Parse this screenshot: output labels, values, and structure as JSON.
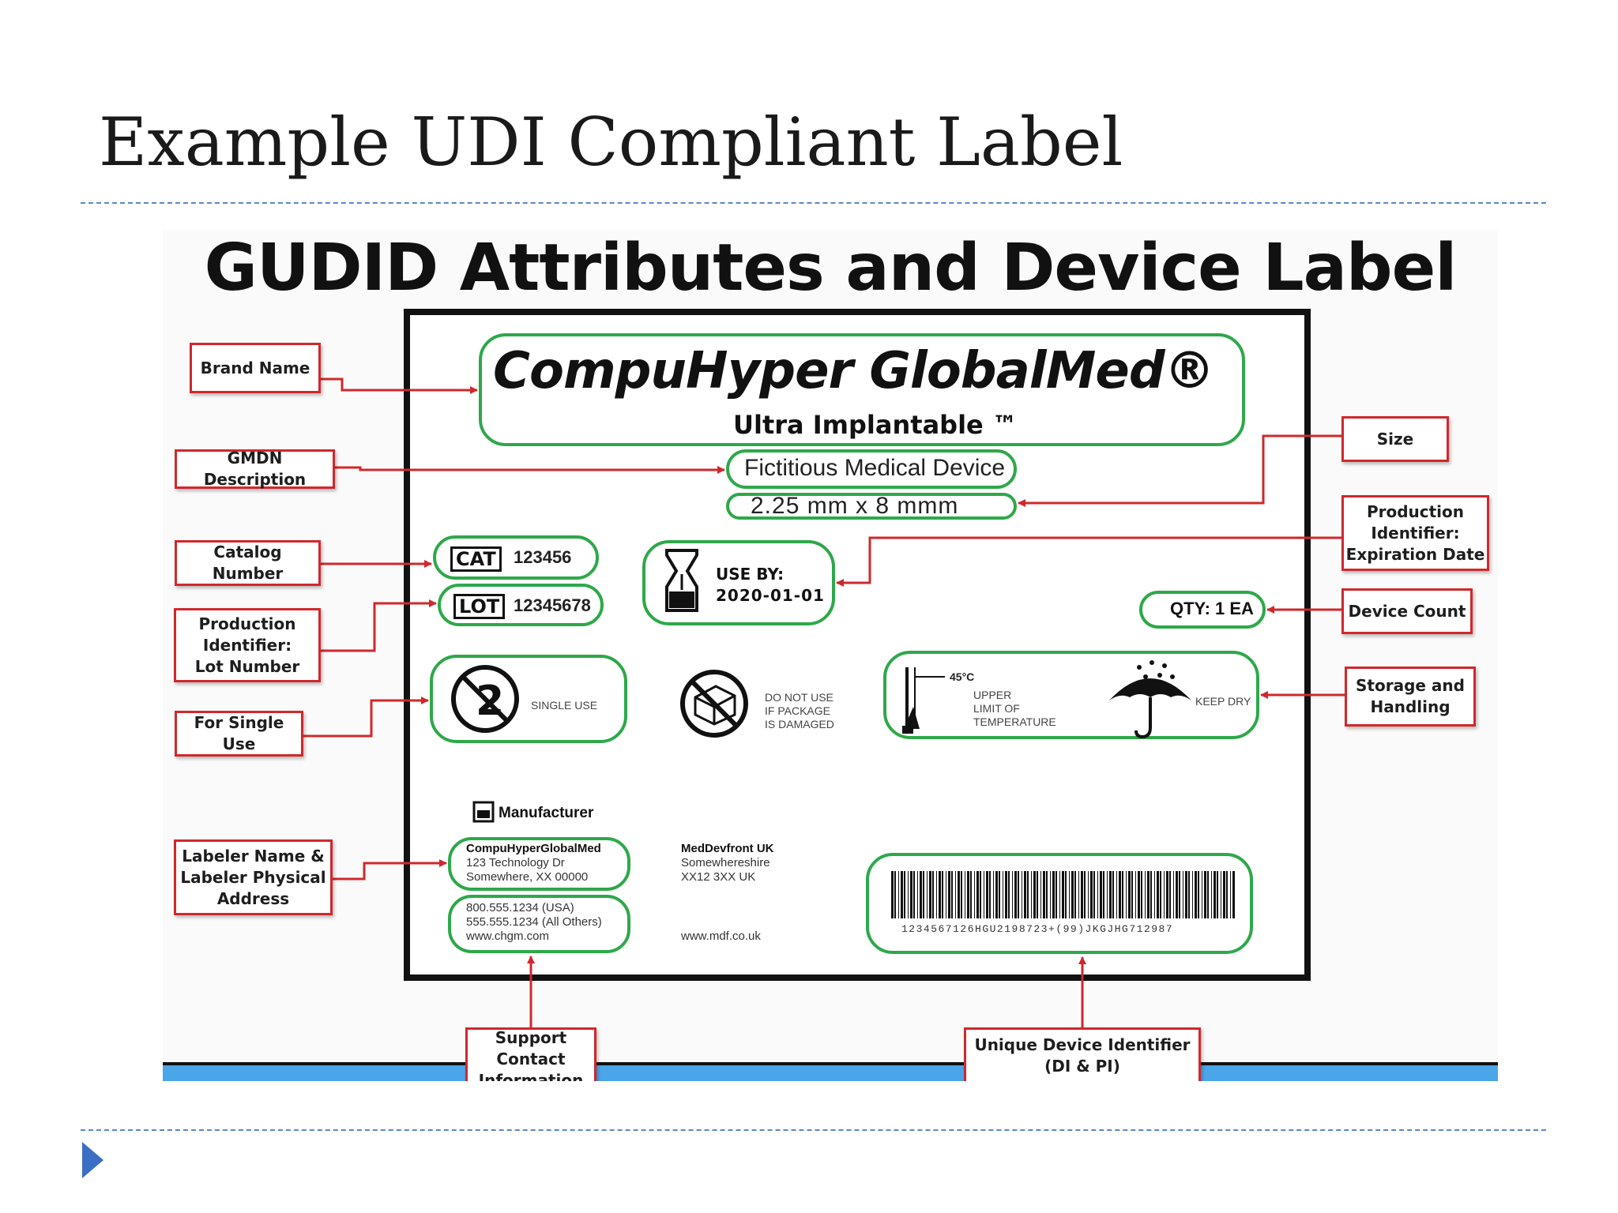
{
  "slide": {
    "title": "Example UDI Compliant Label"
  },
  "diagram": {
    "heading": "GUDID Attributes and Device Label",
    "label": {
      "brand": "CompuHyper GlobalMed®",
      "subtitle": "Ultra Implantable ™",
      "gmdn": "Fictitious Medical Device",
      "size": "2.25 mm x 8 mmm",
      "cat_code": "CAT",
      "cat_value": "123456",
      "lot_code": "LOT",
      "lot_value": "12345678",
      "use_by_label": "USE BY:",
      "use_by_date": "2020-01-01",
      "qty": "QTY: 1 EA",
      "single_use": "SINGLE USE",
      "do_not_use": [
        "DO NOT USE",
        "IF PACKAGE",
        "IS DAMAGED"
      ],
      "temp_value": "45°C",
      "temp_text": [
        "UPPER",
        "LIMIT OF",
        "TEMPERATURE"
      ],
      "keep_dry": "KEEP DRY",
      "manufacturer_label": "Manufacturer",
      "mfr_name": "CompuHyperGlobalMed",
      "mfr_address": [
        "123 Technology Dr",
        "Somewhere, XX 00000"
      ],
      "contact": [
        "800.555.1234 (USA)",
        "555.555.1234 (All Others)",
        "www.chgm.com"
      ],
      "rep_name": "MedDevfront UK",
      "rep_address": [
        "Somewhereshire",
        "XX12 3XX UK"
      ],
      "rep_web": "www.mdf.co.uk",
      "barcode_text": "1234567126HGU2198723+(99)JKGJHG712987"
    },
    "callouts": {
      "brand_name": "Brand Name",
      "gmdn_description": "GMDN Description",
      "catalog_number": "Catalog Number",
      "lot_number": "Production\nIdentifier:\nLot Number",
      "single_use": "For Single Use",
      "labeler": "Labeler Name &\nLabeler Physical\nAddress",
      "size": "Size",
      "expiration": "Production\nIdentifier:\nExpiration Date",
      "device_count": "Device Count",
      "storage": "Storage and\nHandling",
      "support": "Support\nContact\nInformation",
      "udi": "Unique Device Identifier\n(DI & PI)"
    },
    "colors": {
      "callout_border": "#d0282c",
      "green_outline": "#2ea84a",
      "accent_blue": "#4aa6e8"
    }
  }
}
